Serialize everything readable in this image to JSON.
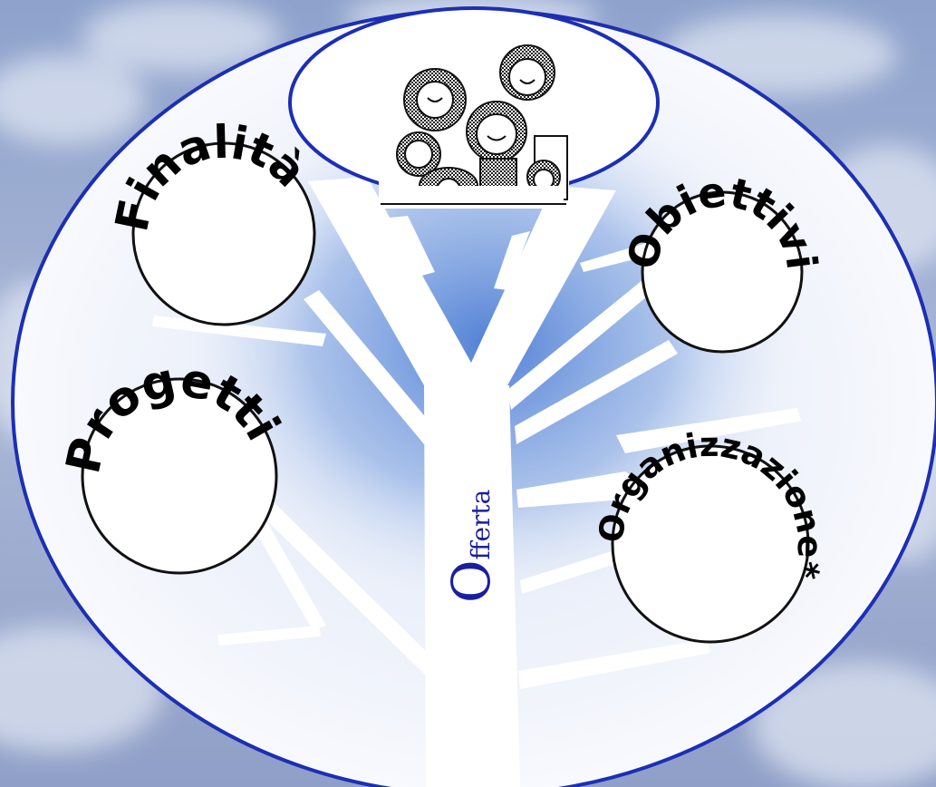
{
  "diagram": {
    "trunk_initial": "O",
    "trunk_rest": "fferta",
    "nodes": [
      {
        "id": "finalita",
        "label": "Finalità"
      },
      {
        "id": "obiettivi",
        "label": "Obiettivi"
      },
      {
        "id": "progetti",
        "label": "Progetti"
      },
      {
        "id": "organizzazione",
        "label": "Organizzazione*"
      }
    ]
  },
  "colors": {
    "frame_blue": "#1c2fb4",
    "text": "#000000",
    "trunk_text": "#1a1fa0",
    "tree": "#ffffff",
    "glow": "#5a87d8"
  },
  "icons": {
    "header_image": "children-group-clipart"
  }
}
